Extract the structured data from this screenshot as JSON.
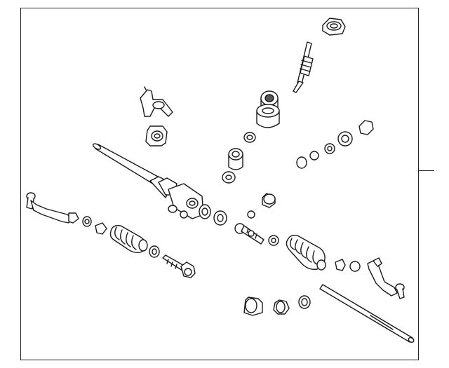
{
  "diagram": {
    "colors": {
      "stroke": "#1a1a1a",
      "fill": "#ffffff",
      "shade": "#9a9a9a",
      "dark": "#555555"
    },
    "parts": [
      "steering-rack-housing",
      "pinion-shaft",
      "pinion-bearing-cap",
      "pinion-seal",
      "pinion-bushing",
      "housing-mount-bracket",
      "mount-bushing",
      "rack-shaft",
      "left-tie-rod-end",
      "right-tie-rod-end",
      "left-bellows-boot",
      "right-bellows-boot",
      "left-inner-tie-rod",
      "right-inner-tie-rod",
      "adjuster-plug",
      "lock-nut",
      "boot-clamp",
      "grommet"
    ]
  }
}
